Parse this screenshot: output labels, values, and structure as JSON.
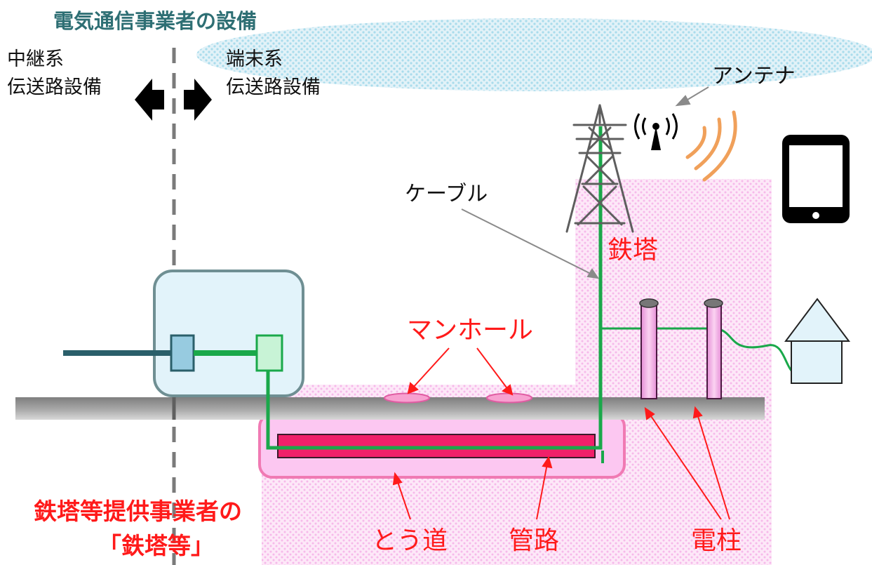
{
  "title": "電気通信事業者の設備",
  "left_section": {
    "line1": "中継系",
    "line2": "伝送路設備"
  },
  "right_section": {
    "line1": "端末系",
    "line2": "伝送路設備"
  },
  "labels": {
    "antenna": "アンテナ",
    "cable": "ケーブル",
    "tower": "鉄塔",
    "manhole": "マンホール",
    "conduit_tunnel": "とう道",
    "duct": "管路",
    "pole": "電柱"
  },
  "provider": {
    "line1": "鉄塔等提供事業者の",
    "line2": "「鉄塔等」"
  },
  "colors": {
    "title": "#2e6f74",
    "red_label": "#ff1a1a",
    "green_cable": "#1aa84a",
    "pink_zone": "#f9c8ee",
    "duct": "#f0206a"
  },
  "icons": [
    "transmission-tower-icon",
    "antenna-icon",
    "smartphone-icon",
    "house-icon"
  ]
}
